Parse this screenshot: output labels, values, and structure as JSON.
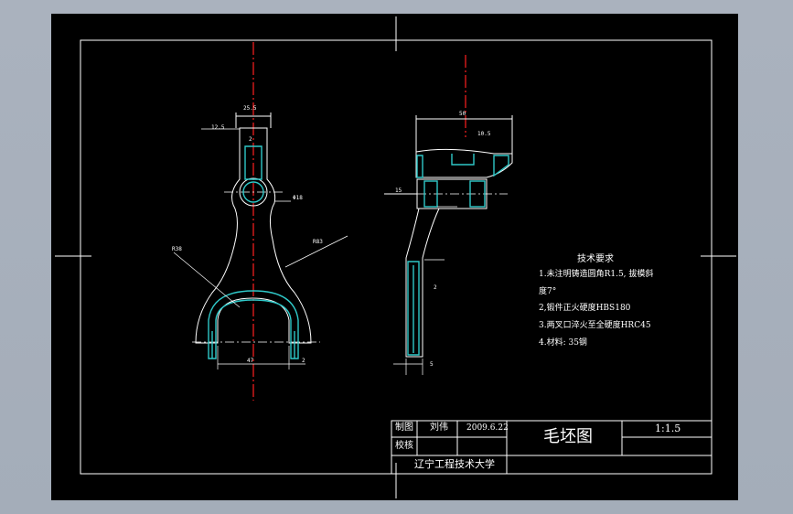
{
  "title_block": {
    "drawn_label": "制图",
    "drawn_name": "刘伟",
    "drawn_date": "2009.6.22",
    "check_label": "校核",
    "drawing_title": "毛坯图",
    "scale": "1:1.5",
    "school": "辽宁工程技术大学"
  },
  "tech_notes": {
    "title": "技术要求",
    "lines": [
      "1.未注明铸造圆角R1.5, 拔模斜",
      "度7°",
      "2,锻件正火硬度HBS180",
      "3.两叉口淬火至全硬度HRC45",
      "4.材料: 35钢"
    ]
  },
  "dimensions": {
    "top_width": "25.5",
    "left_offset": "12.5",
    "small_gap": "2",
    "bore": "Φ18",
    "radius_left": "R38",
    "radius_right": "R83",
    "bottom_width": "47",
    "bottom_right": "2",
    "side_top_width": "50",
    "side_slot": "10.5",
    "side_hub": "15",
    "side_mid": "2",
    "side_bottom": "5"
  },
  "colors": {
    "outline": "#ffffff",
    "centerline": "#ff2020",
    "hatch": "#2fc8c8",
    "paper": "#000000"
  }
}
